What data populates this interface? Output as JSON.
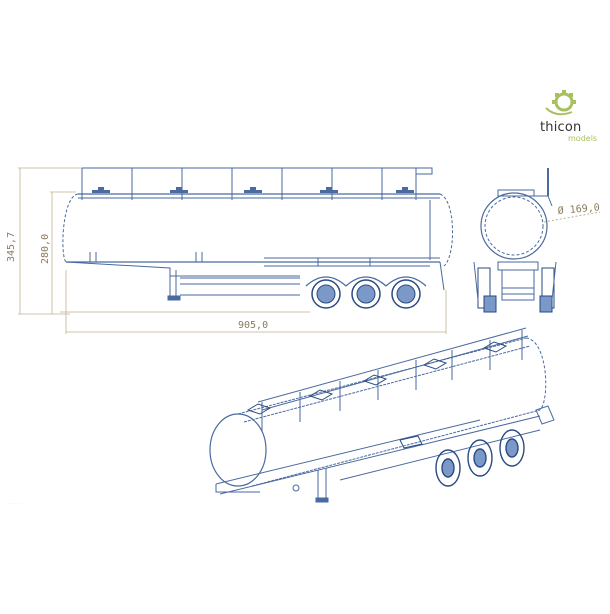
{
  "brand": {
    "name": "thicon",
    "sub": "models",
    "gear_color": "#a8c060"
  },
  "colors": {
    "line": "#4a6aa0",
    "line_dark": "#2a4a80",
    "dimension": "#a09070",
    "dimension_text": "#8a7a5a"
  },
  "drawing": {
    "subject": "Tank semi-trailer, 3-axle",
    "views": [
      "side-view",
      "rear-view",
      "isometric-view"
    ],
    "dimensions": {
      "overall_height": "345,7",
      "tank_height": "280,0",
      "overall_length": "905,0",
      "tank_diameter": "Ø 169,0"
    }
  },
  "watermark": "............"
}
